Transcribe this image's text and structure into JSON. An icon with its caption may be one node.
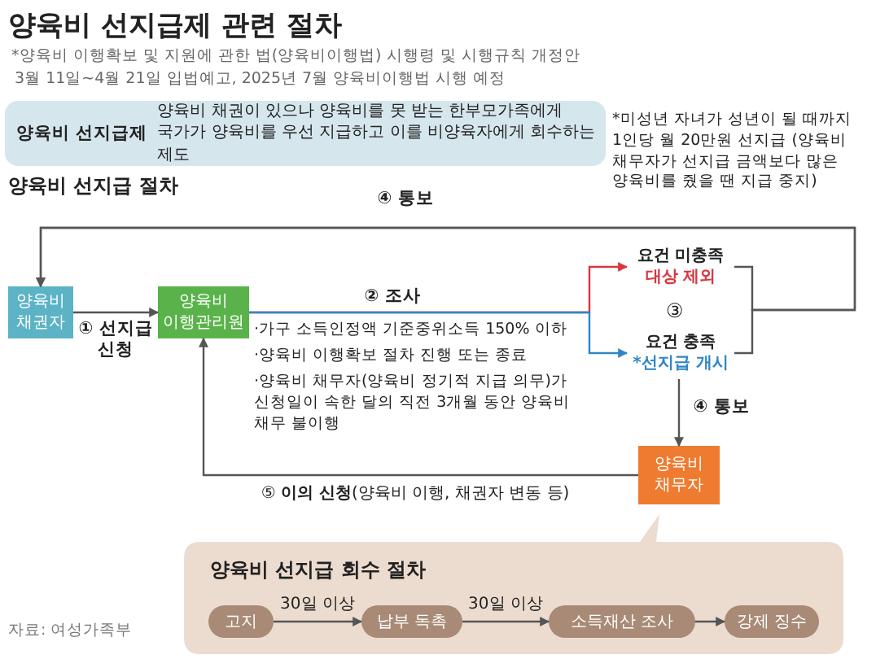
{
  "diagram": {
    "title": "양육비 선지급제 관련 절차",
    "nodes": [
      {
        "text": [
          "양육비 선지급제",
          "양육비 채권이 있으나 양육비를 못 받는 한부모가족에게 국가가 양육비를 우선 지급하고 이를 비양육자에게 회수하는 제도"
        ]
      },
      {
        "text": [
          "양육비 채권자"
        ]
      },
      {
        "text": [
          "양육비 이행관리원"
        ]
      },
      {
        "text": [
          "요건 미충족",
          "대상 제외"
        ]
      },
      {
        "text": [
          "요건 충족",
          "*선지급 개시"
        ]
      },
      {
        "text": [
          "양육비 채무자"
        ]
      },
      {
        "text": [
          "양육비 선지급 회수 절차"
        ]
      },
      {
        "text": [
          "고지"
        ],
        "in": 6
      },
      {
        "text": [
          "납부 독촉"
        ],
        "in": 6
      },
      {
        "text": [
          "소득재산 조사"
        ],
        "in": 6
      },
      {
        "text": [
          "강제 징수"
        ],
        "in": 6
      }
    ],
    "edges": [
      {
        "from": 1,
        "to": 2,
        "arrow": "to",
        "label": "① 선지급 신청"
      },
      {
        "from": 2,
        "to": 3,
        "arrow": "to",
        "label": "② 조사",
        "color": "#d9363e"
      },
      {
        "from": 2,
        "to": 4,
        "arrow": "to",
        "color": "#2f86c6"
      },
      {
        "from": 3,
        "to": 1,
        "arrow": "to",
        "label": "④ 통보"
      },
      {
        "from": 4,
        "to": 1,
        "arrow": "to"
      },
      {
        "from": 4,
        "to": 5,
        "arrow": "to",
        "label": "④ 통보"
      },
      {
        "from": 5,
        "to": 2,
        "arrow": "to",
        "label": "⑤ **이의 신청**(양육비 이행, 채권자 변동 등)"
      },
      {
        "from": 7,
        "to": 8,
        "arrow": "to",
        "label": "30일 이상"
      },
      {
        "from": 8,
        "to": 9,
        "arrow": "to",
        "label": "30일 이상"
      },
      {
        "from": 9,
        "to": 10,
        "arrow": "to"
      }
    ],
    "labels": [
      "*양육비 이행확보 및 지원에 관한 법(양육비이행법) 시행령 및 시행규칙 개정안",
      "3월 11일~4월 21일 입법예고, 2025년 7월 양육비이행법 시행 예정",
      "*미성년 자녀가 성년이 될 때까지 1인당 월 20만원 선지급 (양육비 채무자가 선지급 금액보다 많은 양육비를 줬을 땐 지급 중지)",
      "양육비 선지급 절차",
      "·가구 소득인정액 기준중위소득 150% 이하",
      "·양육비 이행확보 절차 진행 또는 종료",
      "·양육비 채무자(양육비 정기적 지급 의무)가 신청일이 속한 달의 직전 3개월 동안 양육비 채무 불이행",
      "③",
      "자료: 여성가족부"
    ]
  }
}
